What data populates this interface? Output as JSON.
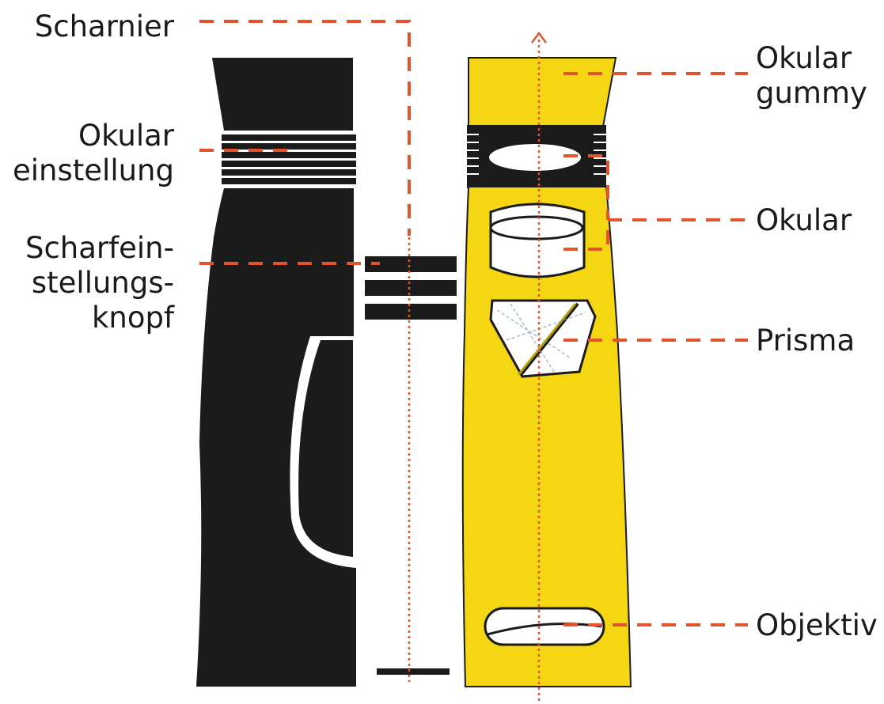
{
  "colors": {
    "body": "#1b1b1b",
    "yellow": "#f4d613",
    "leader": "#e4542c",
    "axis": "#e4542c"
  },
  "labels": {
    "scharnier": "Scharnier",
    "okular_einstellung": [
      "Okular",
      "einstellung"
    ],
    "scharfeinstellungsknopf": [
      "Scharfein-",
      "stellungs-",
      "knopf"
    ],
    "okular_gummy": [
      "Okular",
      "gummy"
    ],
    "okular": "Okular",
    "prisma": "Prisma",
    "objektiv": "Objektiv"
  }
}
